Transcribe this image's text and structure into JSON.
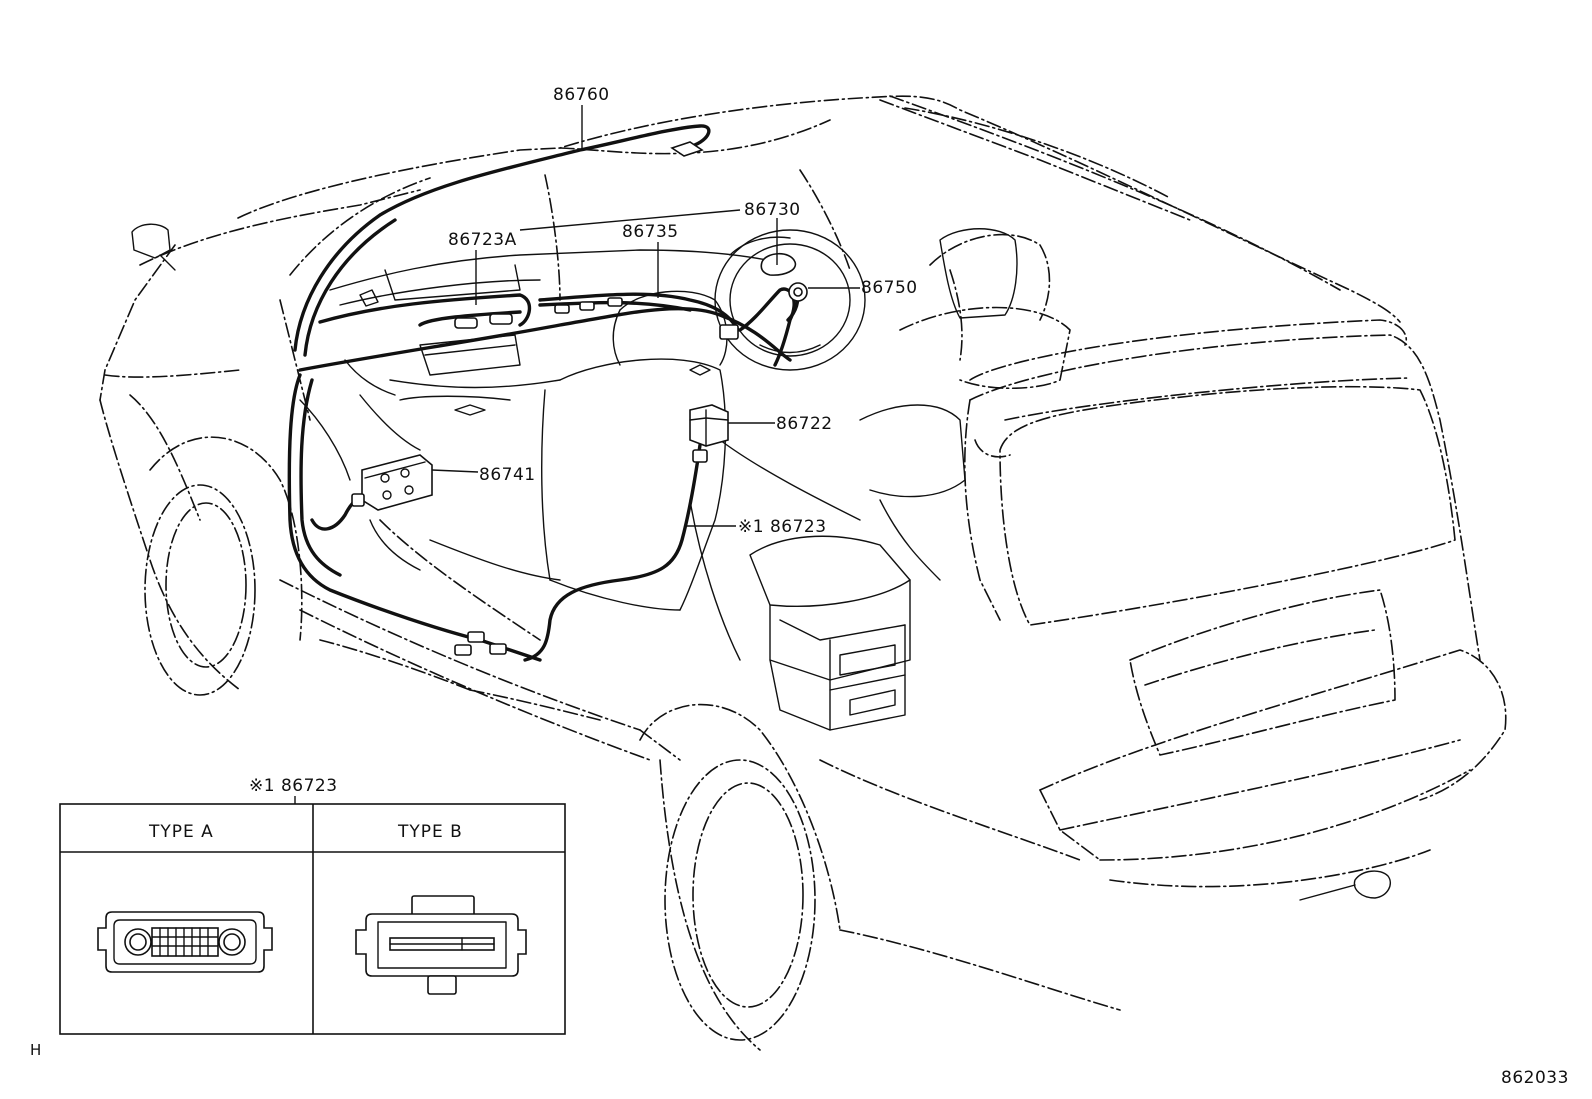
{
  "callouts": {
    "p86760": "86760",
    "p86730": "86730",
    "p86723a": "86723A",
    "p86735": "86735",
    "p86750": "86750",
    "p86722": "86722",
    "p86741": "86741",
    "p86723": "※1 86723"
  },
  "detail_box": {
    "title": "※1 86723",
    "type_a": "TYPE A",
    "type_b": "TYPE B"
  },
  "footer": {
    "left_code": "H",
    "diagram_id": "862033"
  }
}
